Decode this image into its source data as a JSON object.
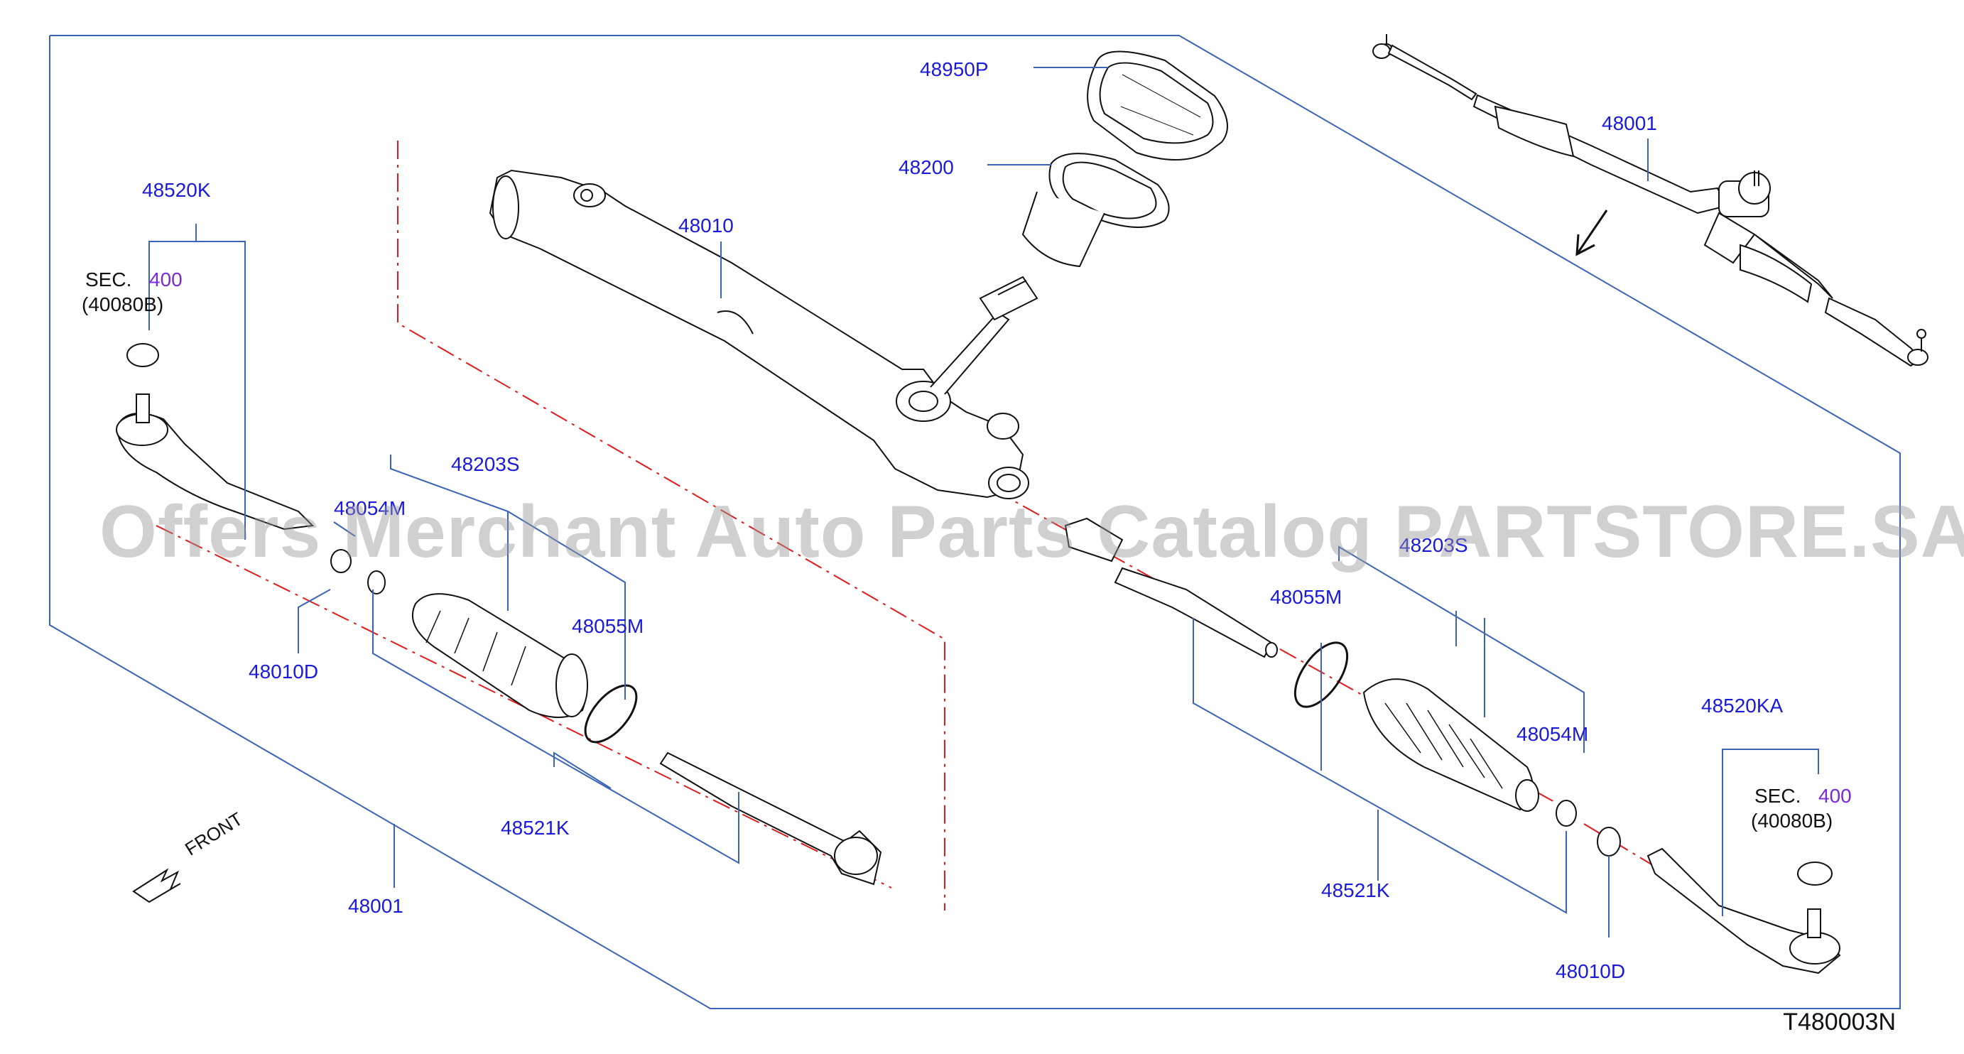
{
  "watermark": "Offers Merchant Auto Parts Catalog PARTSTORE.SA",
  "diagram_code": "T480003N",
  "front_label": "FRONT",
  "labels": {
    "p48950P": "48950P",
    "p48200": "48200",
    "p48010": "48010",
    "p48001_top": "48001",
    "p48520K": "48520K",
    "sec_left": "SEC.",
    "sec_left_num": "400",
    "sec_left_ref": "(40080B)",
    "p48203S": "48203S",
    "p48054M_left": "48054M",
    "p48055M_left": "48055M",
    "p48010D_left": "48010D",
    "p48521K_left": "48521K",
    "p48001_bottom": "48001",
    "p48203S_right": "48203S",
    "p48055M_right": "48055M",
    "p48054M_right": "48054M",
    "p48520KA": "48520KA",
    "sec_right": "SEC.",
    "sec_right_num": "400",
    "sec_right_ref": "(40080B)",
    "p48521K_right": "48521K",
    "p48010D_right": "48010D"
  },
  "colors": {
    "callout": "#1a1adb",
    "leader": "#3b64b8",
    "centerline": "#e01b1b",
    "section_ref": "#7a2ad6",
    "outline": "#111111"
  }
}
